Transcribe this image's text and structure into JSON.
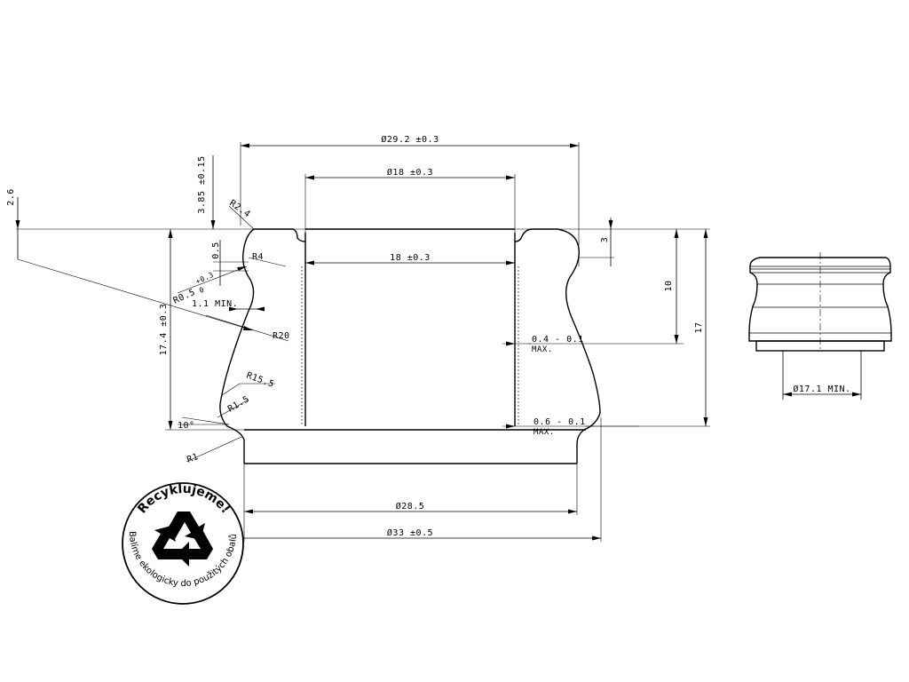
{
  "dimensions": {
    "overall_outer_diameter": "Ø29.2 ±0.3",
    "top_bore_diameter": "Ø18 ±0.3",
    "inner_width": "18 ±0.3",
    "base_diameter": "Ø28.5",
    "flange_diameter": "Ø33 ±0.5",
    "top_height": "3.85 ±0.15",
    "left_height": "17.4 ±0.3",
    "small_top": "2.6",
    "right_step": "3",
    "right_height_10": "10",
    "right_height_17": "17",
    "wall_top_note": "0.4 - 0.1",
    "wall_top_max": "MAX.",
    "wall_bottom_note": "0.6 - 0.1",
    "wall_bottom_max": "MAX.",
    "offset_05": "0.5",
    "min_11": "1.1 MIN.",
    "angle_10": "10°",
    "r_24": "R2.4",
    "r_4": "R4",
    "r_05": "R0.5",
    "r_05_tol_upper": "+0.3",
    "r_05_tol_lower": "0",
    "r_20": "R20",
    "r_155": "R15.5",
    "r_15": "R1.5",
    "r_1": "R1",
    "side_view_min_diameter": "Ø17.1 MIN."
  },
  "badge": {
    "title": "Recyklujeme!",
    "subtitle": "Balíme ekologicky do použitých obalů."
  },
  "icons": {
    "recycle": "recycle-icon"
  }
}
